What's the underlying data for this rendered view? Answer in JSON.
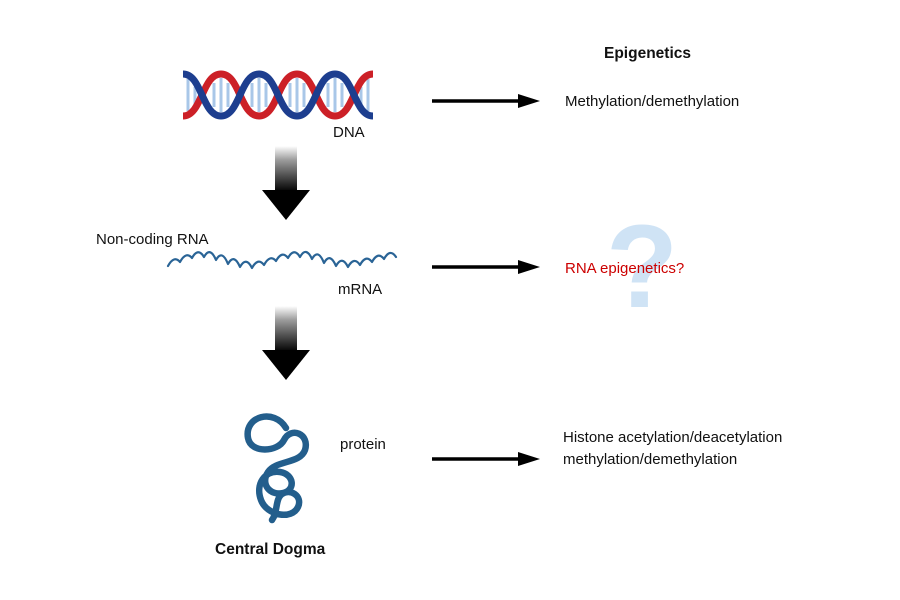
{
  "diagram": {
    "title_top": "Epigenetics",
    "title_bottom": "Central Dogma",
    "labels": {
      "dna": "DNA",
      "noncoding_rna": "Non-coding RNA",
      "mrna": "mRNA",
      "protein": "protein"
    },
    "annotations": {
      "dna_annotation": "Methylation/demethylation",
      "rna_annotation": "RNA epigenetics?",
      "rna_question_mark": "?",
      "protein_annotation_line1": "Histone acetylation/deacetylation",
      "protein_annotation_line2": "methylation/demethylation"
    },
    "colors": {
      "dna_strand_blue": "#1d3e8f",
      "dna_strand_red": "#cc2027",
      "dna_rung_blue": "#a9c7e8",
      "rna_stroke": "#2a6496",
      "protein_stroke": "#235e8c",
      "annotation_red": "#cc0000",
      "question_mark_blue": "#cfe3f5",
      "arrow_color": "#000000"
    }
  }
}
